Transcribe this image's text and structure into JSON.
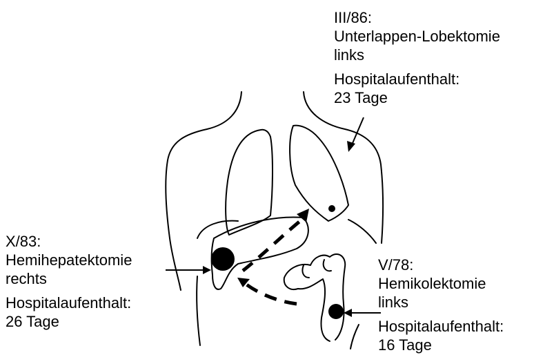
{
  "colors": {
    "ink": "#000000",
    "background": "#ffffff"
  },
  "annotations": {
    "upper_right": {
      "date": "III/86:",
      "procedure": "Unterlappen-Lobektomie",
      "side": "links",
      "stay_label": "Hospitalaufenthalt:",
      "stay_value": "23 Tage"
    },
    "left": {
      "date": "X/83:",
      "procedure": "Hemihepatektomie",
      "side": "rechts",
      "stay_label": "Hospitalaufenthalt:",
      "stay_value": "26 Tage"
    },
    "lower_right": {
      "date": "V/78:",
      "procedure": "Hemikolektomie",
      "side": "links",
      "stay_label": "Hospitalaufenthalt:",
      "stay_value": "16 Tage"
    }
  }
}
